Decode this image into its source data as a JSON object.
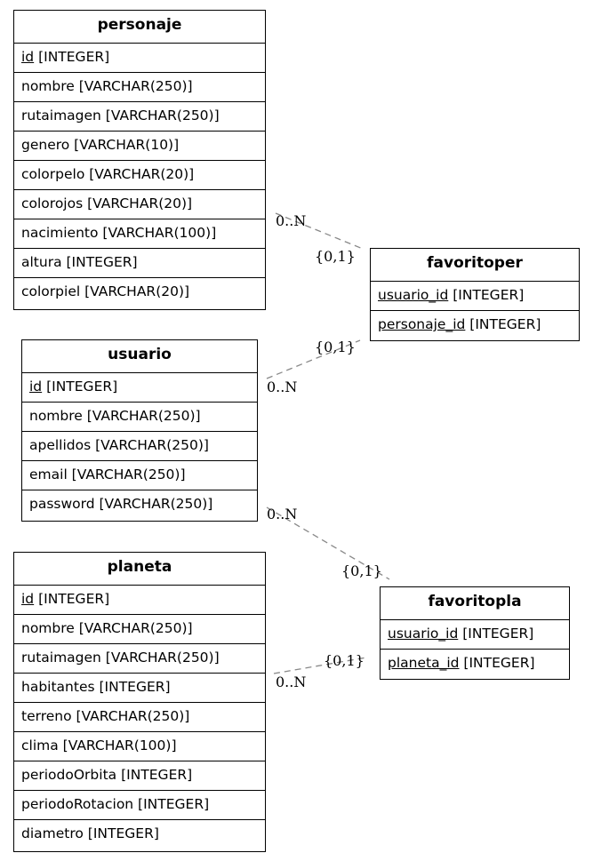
{
  "entities": [
    {
      "name": "personaje",
      "fields": [
        {
          "pk": "id",
          "rest": " [INTEGER]"
        },
        {
          "pk": "",
          "rest": "nombre [VARCHAR(250)]"
        },
        {
          "pk": "",
          "rest": "rutaimagen [VARCHAR(250)]"
        },
        {
          "pk": "",
          "rest": "genero [VARCHAR(10)]"
        },
        {
          "pk": "",
          "rest": "colorpelo [VARCHAR(20)]"
        },
        {
          "pk": "",
          "rest": "colorojos [VARCHAR(20)]"
        },
        {
          "pk": "",
          "rest": "nacimiento [VARCHAR(100)]"
        },
        {
          "pk": "",
          "rest": "altura [INTEGER]"
        },
        {
          "pk": "",
          "rest": "colorpiel [VARCHAR(20)]"
        }
      ]
    },
    {
      "name": "usuario",
      "fields": [
        {
          "pk": "id",
          "rest": " [INTEGER]"
        },
        {
          "pk": "",
          "rest": "nombre [VARCHAR(250)]"
        },
        {
          "pk": "",
          "rest": "apellidos [VARCHAR(250)]"
        },
        {
          "pk": "",
          "rest": "email [VARCHAR(250)]"
        },
        {
          "pk": "",
          "rest": "password [VARCHAR(250)]"
        }
      ]
    },
    {
      "name": "planeta",
      "fields": [
        {
          "pk": "id",
          "rest": " [INTEGER]"
        },
        {
          "pk": "",
          "rest": "nombre [VARCHAR(250)]"
        },
        {
          "pk": "",
          "rest": "rutaimagen [VARCHAR(250)]"
        },
        {
          "pk": "",
          "rest": "habitantes [INTEGER]"
        },
        {
          "pk": "",
          "rest": "terreno [VARCHAR(250)]"
        },
        {
          "pk": "",
          "rest": "clima [VARCHAR(100)]"
        },
        {
          "pk": "",
          "rest": "periodoOrbita [INTEGER]"
        },
        {
          "pk": "",
          "rest": "periodoRotacion [INTEGER]"
        },
        {
          "pk": "",
          "rest": "diametro [INTEGER]"
        }
      ]
    },
    {
      "name": "favoritoper",
      "fields": [
        {
          "pk": "usuario_id",
          "rest": " [INTEGER]"
        },
        {
          "pk": "personaje_id",
          "rest": " [INTEGER]"
        }
      ]
    },
    {
      "name": "favoritopla",
      "fields": [
        {
          "pk": "usuario_id",
          "rest": " [INTEGER]"
        },
        {
          "pk": "planeta_id",
          "rest": " [INTEGER]"
        }
      ]
    }
  ],
  "relationships": [
    {
      "from": "personaje",
      "to": "favoritoper",
      "from_card": "0..N",
      "to_card": "{0,1}"
    },
    {
      "from": "usuario",
      "to": "favoritoper",
      "from_card": "0..N",
      "to_card": "{0,1}"
    },
    {
      "from": "usuario",
      "to": "favoritopla",
      "from_card": "0..N",
      "to_card": "{0,1}"
    },
    {
      "from": "planeta",
      "to": "favoritopla",
      "from_card": "0..N",
      "to_card": "{0,1}"
    }
  ],
  "colors": {
    "edge": "#888888",
    "border": "#000000"
  }
}
